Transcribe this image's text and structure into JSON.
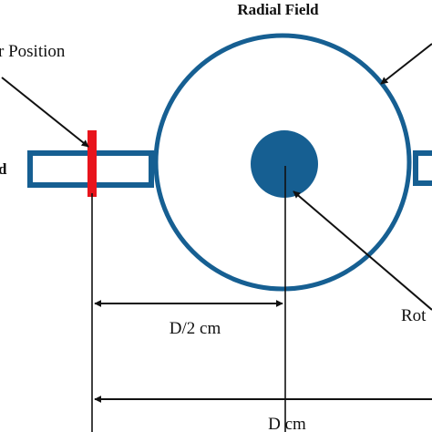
{
  "labels": {
    "radial_field": "Radial Field",
    "sensor_position": "r Position",
    "left_partial": "d",
    "rotor_partial": "Rot",
    "half_distance": "D/2 cm",
    "full_distance": "D cm"
  },
  "colors": {
    "vessel_blue": "#165f92",
    "sensor_red": "#e8141c",
    "line_black": "#111111"
  }
}
